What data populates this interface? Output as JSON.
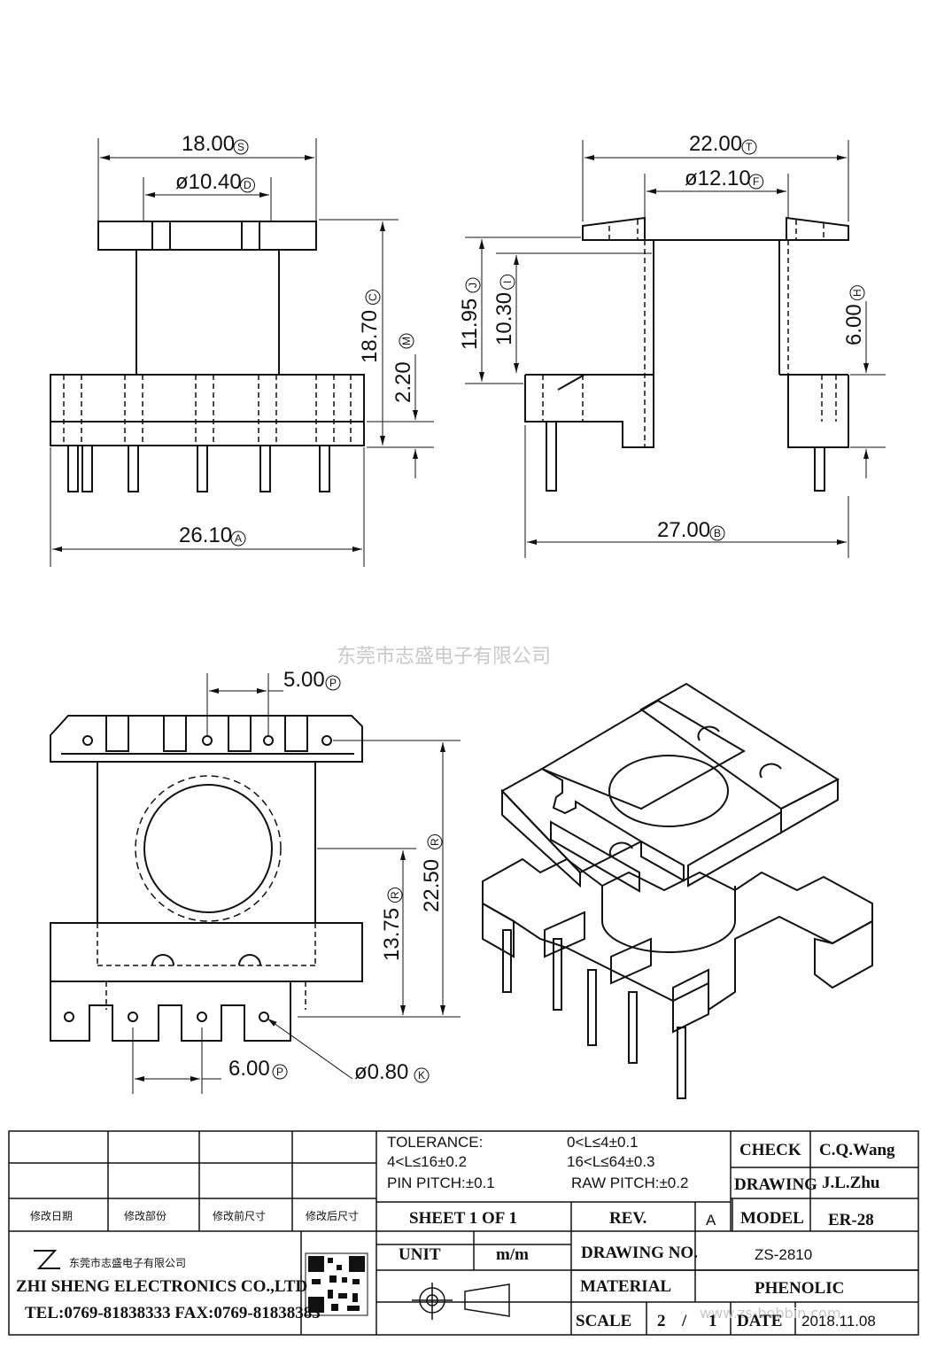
{
  "watermark": "东莞市志盛电子有限公司",
  "watermark_url": "www.zs-bobbin.com",
  "dimensions": {
    "d_18": "18.00",
    "d_18_tag": "S",
    "d_10_40": "ø10.40",
    "d_10_40_tag": "D",
    "d_18_70": "18.70",
    "d_18_70_tag": "C",
    "d_2_20": "2.20",
    "d_2_20_tag": "M",
    "d_26_10": "26.10",
    "d_26_10_tag": "A",
    "d_22": "22.00",
    "d_22_tag": "T",
    "d_12_10": "ø12.10",
    "d_12_10_tag": "F",
    "d_11_95": "11.95",
    "d_11_95_tag": "J",
    "d_10_30": "10.30",
    "d_10_30_tag": "I",
    "d_6_00h": "6.00",
    "d_6_00h_tag": "H",
    "d_27": "27.00",
    "d_27_tag": "B",
    "d_5_00": "5.00",
    "d_5_00_tag": "P",
    "d_22_50": "22.50",
    "d_22_50_tag": "R",
    "d_13_75": "13.75",
    "d_13_75_tag": "R",
    "d_6_00p": "6.00",
    "d_6_00p_tag": "P",
    "d_0_80": "ø0.80",
    "d_0_80_tag": "K"
  },
  "title_block": {
    "tolerance_label": "TOLERANCE:",
    "tol_1": "0<L≤4±0.1",
    "tol_2": "4<L≤16±0.2",
    "tol_3": "16<L≤64±0.3",
    "pin_pitch": "PIN PITCH:±0.1",
    "raw_pitch": "RAW PITCH:±0.2",
    "rev_headers": [
      "修改日期",
      "修改部份",
      "修改前尺寸",
      "修改后尺寸"
    ],
    "check_label": "CHECK",
    "check_value": "C.Q.Wang",
    "drawing_label": "DRAWING",
    "drawing_value": "J.L.Zhu",
    "sheet": "SHEET  1  OF  1",
    "rev_label": "REV.",
    "rev_value": "A",
    "model_label": "MODEL",
    "model_value": "ER-28",
    "company_cn": "东莞市志盛电子有限公司",
    "company_en": "ZHI SHENG  ELECTRONICS CO.,LTD",
    "company_tel": "TEL:0769-81838333 FAX:0769-81838383",
    "unit_label": "UNIT",
    "unit_value": "m/m",
    "drawing_no_label": "DRAWING  NO.",
    "drawing_no_value": "ZS-2810",
    "material_label": "MATERIAL",
    "material_value": "PHENOLIC",
    "scale_label": "SCALE",
    "scale_a": "2",
    "scale_sep": "/",
    "scale_b": "1",
    "date_label": "DATE",
    "date_value": "2018.11.08"
  }
}
